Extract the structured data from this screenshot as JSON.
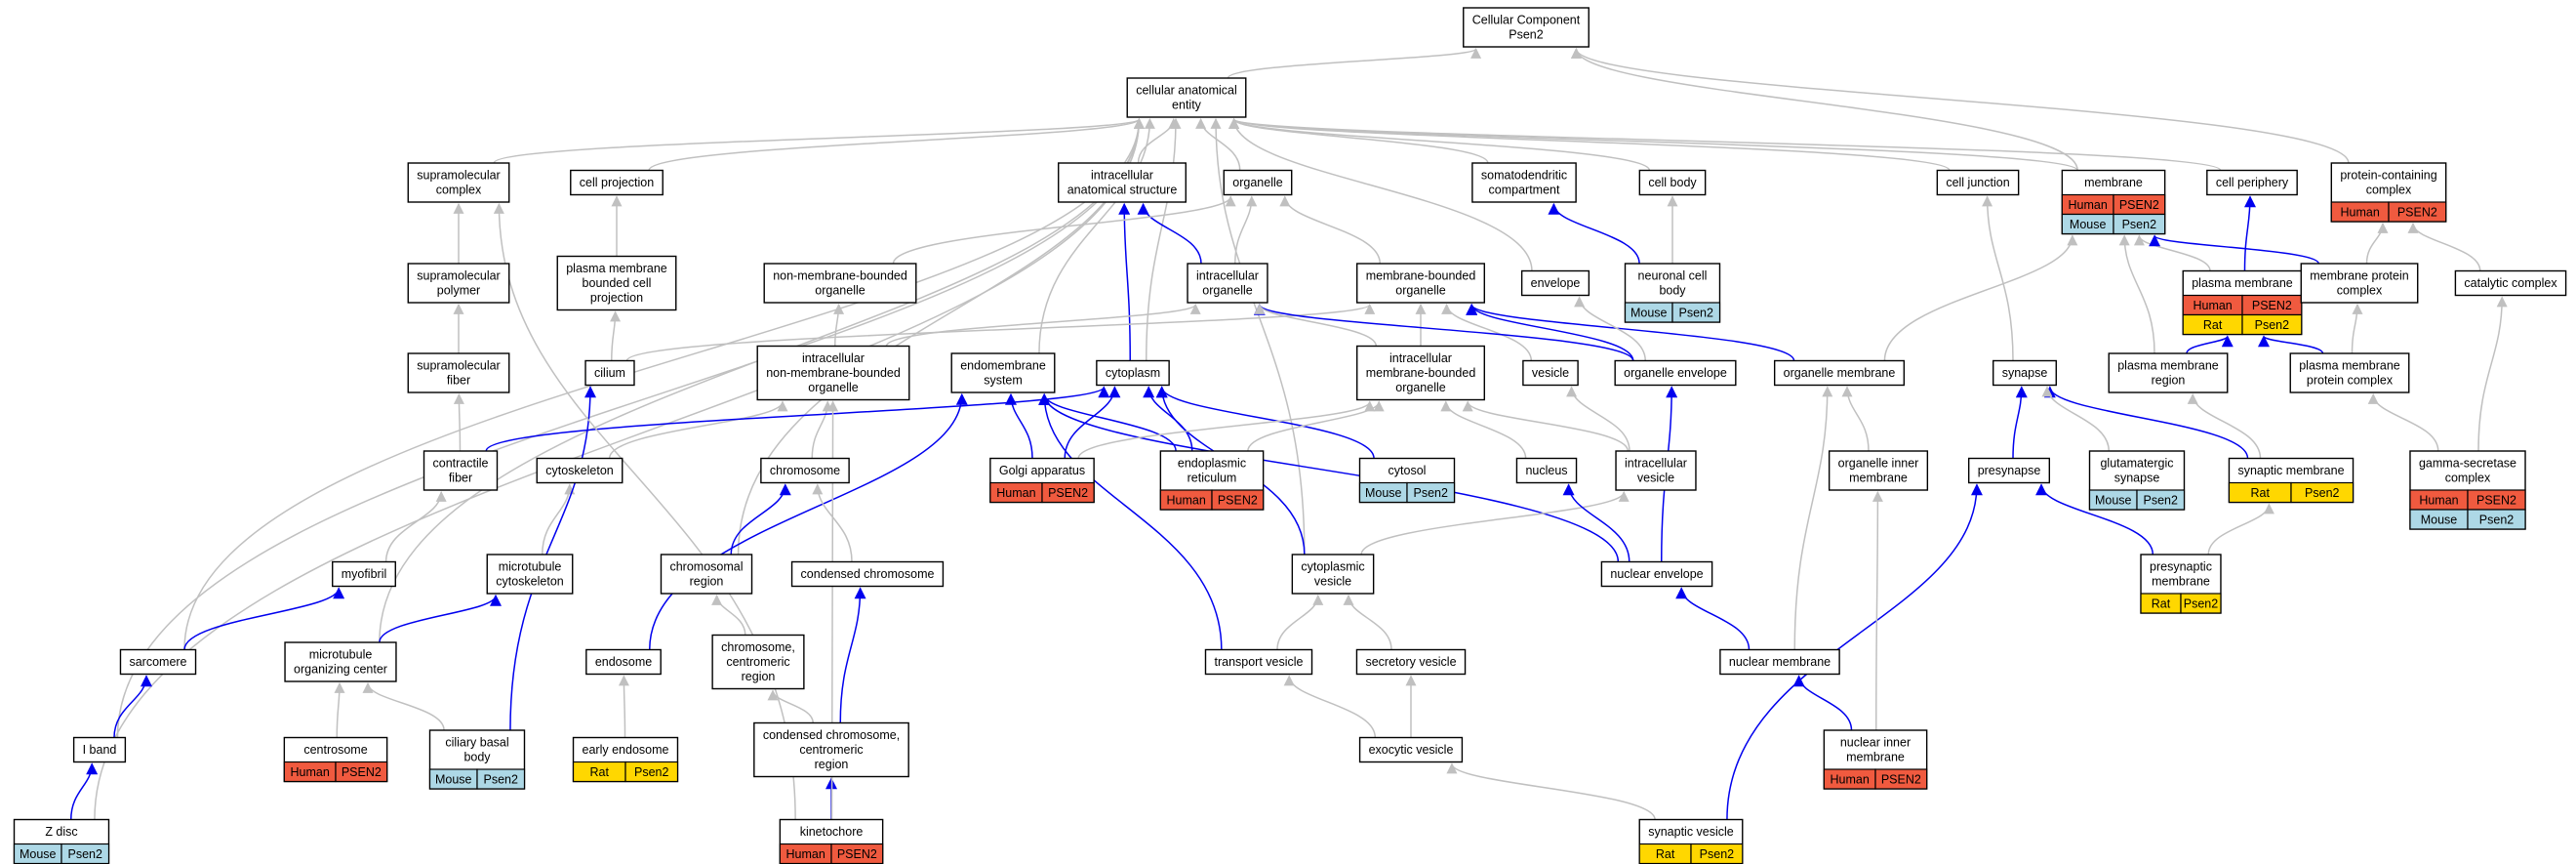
{
  "title": "Cellular Component Psen2",
  "colors": {
    "is_a_edge": "#c0c0c0",
    "part_of_edge": "#0000ee",
    "Human": "#f05a3f",
    "Mouse": "#add8e6",
    "Rat": "#ffd700"
  },
  "nodes": [
    {
      "id": "root",
      "label": [
        "Cellular Component",
        "Psen2"
      ]
    },
    {
      "id": "cae",
      "label": [
        "cellular anatomical",
        "entity"
      ]
    },
    {
      "id": "supramol_complex",
      "label": [
        "supramolecular",
        "complex"
      ]
    },
    {
      "id": "cell_projection",
      "label": [
        "cell projection"
      ]
    },
    {
      "id": "intracell_struct",
      "label": [
        "intracellular",
        "anatomical structure"
      ]
    },
    {
      "id": "organelle",
      "label": [
        "organelle"
      ]
    },
    {
      "id": "somatodendritic",
      "label": [
        "somatodendritic",
        "compartment"
      ]
    },
    {
      "id": "cell_body",
      "label": [
        "cell body"
      ]
    },
    {
      "id": "cell_junction",
      "label": [
        "cell junction"
      ]
    },
    {
      "id": "membrane",
      "label": [
        "membrane"
      ],
      "tags": [
        [
          "Human",
          "PSEN2"
        ],
        [
          "Mouse",
          "Psen2"
        ]
      ]
    },
    {
      "id": "cell_periphery",
      "label": [
        "cell periphery"
      ]
    },
    {
      "id": "protein_containing",
      "label": [
        "protein-containing",
        "complex"
      ],
      "tags": [
        [
          "Human",
          "PSEN2"
        ]
      ]
    },
    {
      "id": "supramol_polymer",
      "label": [
        "supramolecular",
        "polymer"
      ]
    },
    {
      "id": "pm_bounded_projection",
      "label": [
        "plasma membrane",
        "bounded cell",
        "projection"
      ]
    },
    {
      "id": "non_mem_bounded",
      "label": [
        "non-membrane-bounded",
        "organelle"
      ]
    },
    {
      "id": "intracell_organelle",
      "label": [
        "intracellular",
        "organelle"
      ]
    },
    {
      "id": "mem_bounded",
      "label": [
        "membrane-bounded",
        "organelle"
      ]
    },
    {
      "id": "envelope",
      "label": [
        "envelope"
      ]
    },
    {
      "id": "neuronal_cell_body",
      "label": [
        "neuronal cell",
        "body"
      ],
      "tags": [
        [
          "Mouse",
          "Psen2"
        ]
      ]
    },
    {
      "id": "plasma_membrane",
      "label": [
        "plasma membrane"
      ],
      "tags": [
        [
          "Human",
          "PSEN2"
        ],
        [
          "Rat",
          "Psen2"
        ]
      ]
    },
    {
      "id": "membrane_protein_complex",
      "label": [
        "membrane protein",
        "complex"
      ]
    },
    {
      "id": "catalytic_complex",
      "label": [
        "catalytic complex"
      ]
    },
    {
      "id": "supramol_fiber",
      "label": [
        "supramolecular",
        "fiber"
      ]
    },
    {
      "id": "cilium",
      "label": [
        "cilium"
      ]
    },
    {
      "id": "intracell_non_mem",
      "label": [
        "intracellular",
        "non-membrane-bounded",
        "organelle"
      ]
    },
    {
      "id": "endomembrane",
      "label": [
        "endomembrane",
        "system"
      ]
    },
    {
      "id": "cytoplasm",
      "label": [
        "cytoplasm"
      ]
    },
    {
      "id": "intracell_mem_bounded",
      "label": [
        "intracellular",
        "membrane-bounded",
        "organelle"
      ]
    },
    {
      "id": "vesicle",
      "label": [
        "vesicle"
      ]
    },
    {
      "id": "organelle_envelope",
      "label": [
        "organelle envelope"
      ]
    },
    {
      "id": "organelle_membrane",
      "label": [
        "organelle membrane"
      ]
    },
    {
      "id": "synapse",
      "label": [
        "synapse"
      ]
    },
    {
      "id": "pm_region",
      "label": [
        "plasma membrane",
        "region"
      ]
    },
    {
      "id": "pm_protein_complex",
      "label": [
        "plasma membrane",
        "protein complex"
      ]
    },
    {
      "id": "contractile_fiber",
      "label": [
        "contractile",
        "fiber"
      ]
    },
    {
      "id": "cytoskeleton",
      "label": [
        "cytoskeleton"
      ]
    },
    {
      "id": "chromosome",
      "label": [
        "chromosome"
      ]
    },
    {
      "id": "golgi",
      "label": [
        "Golgi apparatus"
      ],
      "tags": [
        [
          "Human",
          "PSEN2"
        ]
      ]
    },
    {
      "id": "er",
      "label": [
        "endoplasmic",
        "reticulum"
      ],
      "tags": [
        [
          "Human",
          "PSEN2"
        ]
      ]
    },
    {
      "id": "cytosol",
      "label": [
        "cytosol"
      ],
      "tags": [
        [
          "Mouse",
          "Psen2"
        ]
      ]
    },
    {
      "id": "nucleus",
      "label": [
        "nucleus"
      ]
    },
    {
      "id": "intracell_vesicle",
      "label": [
        "intracellular",
        "vesicle"
      ]
    },
    {
      "id": "organelle_inner_membrane",
      "label": [
        "organelle inner",
        "membrane"
      ]
    },
    {
      "id": "presynapse",
      "label": [
        "presynapse"
      ]
    },
    {
      "id": "glutamatergic",
      "label": [
        "glutamatergic",
        "synapse"
      ],
      "tags": [
        [
          "Mouse",
          "Psen2"
        ]
      ]
    },
    {
      "id": "synaptic_membrane",
      "label": [
        "synaptic membrane"
      ],
      "tags": [
        [
          "Rat",
          "Psen2"
        ]
      ]
    },
    {
      "id": "gamma_secretase",
      "label": [
        "gamma-secretase",
        "complex"
      ],
      "tags": [
        [
          "Human",
          "PSEN2"
        ],
        [
          "Mouse",
          "Psen2"
        ]
      ]
    },
    {
      "id": "myofibril",
      "label": [
        "myofibril"
      ]
    },
    {
      "id": "mt_cytoskeleton",
      "label": [
        "microtubule",
        "cytoskeleton"
      ]
    },
    {
      "id": "chromosomal_region",
      "label": [
        "chromosomal",
        "region"
      ]
    },
    {
      "id": "condensed_chromosome",
      "label": [
        "condensed chromosome"
      ]
    },
    {
      "id": "cytoplasmic_vesicle",
      "label": [
        "cytoplasmic",
        "vesicle"
      ]
    },
    {
      "id": "nuclear_envelope",
      "label": [
        "nuclear envelope"
      ]
    },
    {
      "id": "presynaptic_membrane",
      "label": [
        "presynaptic",
        "membrane"
      ],
      "tags": [
        [
          "Rat",
          "Psen2"
        ]
      ]
    },
    {
      "id": "sarcomere",
      "label": [
        "sarcomere"
      ]
    },
    {
      "id": "mtoc",
      "label": [
        "microtubule",
        "organizing center"
      ]
    },
    {
      "id": "endosome",
      "label": [
        "endosome"
      ]
    },
    {
      "id": "centromeric_region",
      "label": [
        "chromosome,",
        "centromeric",
        "region"
      ]
    },
    {
      "id": "transport_vesicle",
      "label": [
        "transport vesicle"
      ]
    },
    {
      "id": "secretory_vesicle",
      "label": [
        "secretory vesicle"
      ]
    },
    {
      "id": "nuclear_membrane",
      "label": [
        "nuclear membrane"
      ]
    },
    {
      "id": "i_band",
      "label": [
        "I band"
      ]
    },
    {
      "id": "centrosome",
      "label": [
        "centrosome"
      ],
      "tags": [
        [
          "Human",
          "PSEN2"
        ]
      ]
    },
    {
      "id": "ciliary_basal_body",
      "label": [
        "ciliary basal",
        "body"
      ],
      "tags": [
        [
          "Mouse",
          "Psen2"
        ]
      ]
    },
    {
      "id": "early_endosome",
      "label": [
        "early endosome"
      ],
      "tags": [
        [
          "Rat",
          "Psen2"
        ]
      ]
    },
    {
      "id": "condensed_centromeric",
      "label": [
        "condensed chromosome,",
        "centromeric",
        "region"
      ]
    },
    {
      "id": "exocytic_vesicle",
      "label": [
        "exocytic vesicle"
      ]
    },
    {
      "id": "nuclear_inner_membrane",
      "label": [
        "nuclear inner",
        "membrane"
      ],
      "tags": [
        [
          "Human",
          "PSEN2"
        ]
      ]
    },
    {
      "id": "z_disc",
      "label": [
        "Z disc"
      ],
      "tags": [
        [
          "Mouse",
          "Psen2"
        ]
      ]
    },
    {
      "id": "kinetochore",
      "label": [
        "kinetochore"
      ],
      "tags": [
        [
          "Human",
          "PSEN2"
        ]
      ]
    },
    {
      "id": "synaptic_vesicle",
      "label": [
        "synaptic vesicle"
      ],
      "tags": [
        [
          "Rat",
          "Psen2"
        ]
      ]
    }
  ],
  "edges": [
    {
      "from": "cae",
      "to": "root",
      "rel": "is_a"
    },
    {
      "from": "membrane",
      "to": "root",
      "rel": "is_a"
    },
    {
      "from": "protein_containing",
      "to": "root",
      "rel": "is_a"
    },
    {
      "from": "supramol_complex",
      "to": "cae",
      "rel": "is_a"
    },
    {
      "from": "cell_projection",
      "to": "cae",
      "rel": "is_a"
    },
    {
      "from": "intracell_struct",
      "to": "cae",
      "rel": "is_a"
    },
    {
      "from": "organelle",
      "to": "cae",
      "rel": "is_a"
    },
    {
      "from": "somatodendritic",
      "to": "cae",
      "rel": "is_a"
    },
    {
      "from": "cell_body",
      "to": "cae",
      "rel": "is_a"
    },
    {
      "from": "cell_junction",
      "to": "cae",
      "rel": "is_a"
    },
    {
      "from": "membrane",
      "to": "cae",
      "rel": "is_a"
    },
    {
      "from": "cell_periphery",
      "to": "cae",
      "rel": "is_a"
    },
    {
      "from": "endomembrane",
      "to": "cae",
      "rel": "is_a"
    },
    {
      "from": "cytoplasm",
      "to": "cae",
      "rel": "is_a"
    },
    {
      "from": "envelope",
      "to": "cae",
      "rel": "is_a"
    },
    {
      "from": "z_disc",
      "to": "cae",
      "rel": "is_a"
    },
    {
      "from": "i_band",
      "to": "cae",
      "rel": "is_a"
    },
    {
      "from": "sarcomere",
      "to": "cae",
      "rel": "is_a"
    },
    {
      "from": "mtoc",
      "to": "cae",
      "rel": "is_a"
    },
    {
      "from": "chromosomal_region",
      "to": "cae",
      "rel": "is_a"
    },
    {
      "from": "cytoplasmic_vesicle",
      "to": "cae",
      "rel": "is_a"
    },
    {
      "from": "supramol_polymer",
      "to": "supramol_complex",
      "rel": "is_a"
    },
    {
      "from": "supramol_fiber",
      "to": "supramol_polymer",
      "rel": "is_a"
    },
    {
      "from": "contractile_fiber",
      "to": "supramol_fiber",
      "rel": "is_a"
    },
    {
      "from": "pm_bounded_projection",
      "to": "cell_projection",
      "rel": "is_a"
    },
    {
      "from": "cilium",
      "to": "pm_bounded_projection",
      "rel": "is_a"
    },
    {
      "from": "intracell_organelle",
      "to": "intracell_struct",
      "rel": "part_of"
    },
    {
      "from": "cytoplasm",
      "to": "intracell_struct",
      "rel": "part_of"
    },
    {
      "from": "non_mem_bounded",
      "to": "organelle",
      "rel": "is_a"
    },
    {
      "from": "intracell_organelle",
      "to": "organelle",
      "rel": "is_a"
    },
    {
      "from": "mem_bounded",
      "to": "organelle",
      "rel": "is_a"
    },
    {
      "from": "neuronal_cell_body",
      "to": "somatodendritic",
      "rel": "part_of"
    },
    {
      "from": "neuronal_cell_body",
      "to": "cell_body",
      "rel": "is_a"
    },
    {
      "from": "synapse",
      "to": "cell_junction",
      "rel": "is_a"
    },
    {
      "from": "organelle_membrane",
      "to": "membrane",
      "rel": "is_a"
    },
    {
      "from": "plasma_membrane",
      "to": "membrane",
      "rel": "is_a"
    },
    {
      "from": "pm_region",
      "to": "membrane",
      "rel": "is_a"
    },
    {
      "from": "membrane_protein_complex",
      "to": "membrane",
      "rel": "part_of"
    },
    {
      "from": "plasma_membrane",
      "to": "cell_periphery",
      "rel": "part_of"
    },
    {
      "from": "membrane_protein_complex",
      "to": "protein_containing",
      "rel": "is_a"
    },
    {
      "from": "catalytic_complex",
      "to": "protein_containing",
      "rel": "is_a"
    },
    {
      "from": "pm_region",
      "to": "plasma_membrane",
      "rel": "part_of"
    },
    {
      "from": "pm_protein_complex",
      "to": "plasma_membrane",
      "rel": "part_of"
    },
    {
      "from": "pm_protein_complex",
      "to": "membrane_protein_complex",
      "rel": "is_a"
    },
    {
      "from": "gamma_secretase",
      "to": "pm_protein_complex",
      "rel": "is_a"
    },
    {
      "from": "gamma_secretase",
      "to": "catalytic_complex",
      "rel": "is_a"
    },
    {
      "from": "intracell_non_mem",
      "to": "non_mem_bounded",
      "rel": "is_a"
    },
    {
      "from": "intracell_non_mem",
      "to": "intracell_organelle",
      "rel": "is_a"
    },
    {
      "from": "cilium",
      "to": "mem_bounded",
      "rel": "is_a"
    },
    {
      "from": "intracell_mem_bounded",
      "to": "mem_bounded",
      "rel": "is_a"
    },
    {
      "from": "vesicle",
      "to": "mem_bounded",
      "rel": "is_a"
    },
    {
      "from": "organelle_envelope",
      "to": "mem_bounded",
      "rel": "part_of"
    },
    {
      "from": "organelle_membrane",
      "to": "mem_bounded",
      "rel": "part_of"
    },
    {
      "from": "organelle_envelope",
      "to": "intracell_organelle",
      "rel": "part_of"
    },
    {
      "from": "intracell_mem_bounded",
      "to": "intracell_organelle",
      "rel": "is_a"
    },
    {
      "from": "organelle_envelope",
      "to": "envelope",
      "rel": "is_a"
    },
    {
      "from": "presynapse",
      "to": "synapse",
      "rel": "part_of"
    },
    {
      "from": "synaptic_membrane",
      "to": "synapse",
      "rel": "part_of"
    },
    {
      "from": "glutamatergic",
      "to": "synapse",
      "rel": "is_a"
    },
    {
      "from": "synaptic_membrane",
      "to": "pm_region",
      "rel": "is_a"
    },
    {
      "from": "cytoskeleton",
      "to": "intracell_non_mem",
      "rel": "is_a"
    },
    {
      "from": "chromosome",
      "to": "intracell_non_mem",
      "rel": "is_a"
    },
    {
      "from": "contractile_fiber",
      "to": "cytoplasm",
      "rel": "part_of"
    },
    {
      "from": "golgi",
      "to": "endomembrane",
      "rel": "part_of"
    },
    {
      "from": "er",
      "to": "endomembrane",
      "rel": "part_of"
    },
    {
      "from": "endosome",
      "to": "endomembrane",
      "rel": "part_of"
    },
    {
      "from": "transport_vesicle",
      "to": "endomembrane",
      "rel": "part_of"
    },
    {
      "from": "nuclear_envelope",
      "to": "endomembrane",
      "rel": "part_of"
    },
    {
      "from": "golgi",
      "to": "cytoplasm",
      "rel": "part_of"
    },
    {
      "from": "er",
      "to": "cytoplasm",
      "rel": "part_of"
    },
    {
      "from": "cytosol",
      "to": "cytoplasm",
      "rel": "part_of"
    },
    {
      "from": "cytoplasmic_vesicle",
      "to": "cytoplasm",
      "rel": "part_of"
    },
    {
      "from": "golgi",
      "to": "intracell_mem_bounded",
      "rel": "is_a"
    },
    {
      "from": "er",
      "to": "intracell_mem_bounded",
      "rel": "is_a"
    },
    {
      "from": "nucleus",
      "to": "intracell_mem_bounded",
      "rel": "is_a"
    },
    {
      "from": "intracell_vesicle",
      "to": "intracell_mem_bounded",
      "rel": "is_a"
    },
    {
      "from": "intracell_vesicle",
      "to": "vesicle",
      "rel": "is_a"
    },
    {
      "from": "nuclear_envelope",
      "to": "organelle_envelope",
      "rel": "part_of"
    },
    {
      "from": "nuclear_membrane",
      "to": "organelle_membrane",
      "rel": "is_a"
    },
    {
      "from": "organelle_inner_membrane",
      "to": "organelle_membrane",
      "rel": "is_a"
    },
    {
      "from": "presynaptic_membrane",
      "to": "presynapse",
      "rel": "part_of"
    },
    {
      "from": "synaptic_vesicle",
      "to": "presynapse",
      "rel": "part_of"
    },
    {
      "from": "presynaptic_membrane",
      "to": "synaptic_membrane",
      "rel": "is_a"
    },
    {
      "from": "myofibril",
      "to": "contractile_fiber",
      "rel": "is_a"
    },
    {
      "from": "mt_cytoskeleton",
      "to": "cytoskeleton",
      "rel": "is_a"
    },
    {
      "from": "chromosomal_region",
      "to": "chromosome",
      "rel": "part_of"
    },
    {
      "from": "condensed_chromosome",
      "to": "chromosome",
      "rel": "is_a"
    },
    {
      "from": "cytoplasmic_vesicle",
      "to": "intracell_vesicle",
      "rel": "is_a"
    },
    {
      "from": "nuclear_envelope",
      "to": "nucleus",
      "rel": "part_of"
    },
    {
      "from": "nuclear_inner_membrane",
      "to": "organelle_inner_membrane",
      "rel": "is_a"
    },
    {
      "from": "sarcomere",
      "to": "myofibril",
      "rel": "part_of"
    },
    {
      "from": "mtoc",
      "to": "mt_cytoskeleton",
      "rel": "part_of"
    },
    {
      "from": "centromeric_region",
      "to": "chromosomal_region",
      "rel": "is_a"
    },
    {
      "from": "condensed_centromeric",
      "to": "condensed_chromosome",
      "rel": "part_of"
    },
    {
      "from": "condensed_centromeric",
      "to": "centromeric_region",
      "rel": "is_a"
    },
    {
      "from": "transport_vesicle",
      "to": "cytoplasmic_vesicle",
      "rel": "is_a"
    },
    {
      "from": "secretory_vesicle",
      "to": "cytoplasmic_vesicle",
      "rel": "is_a"
    },
    {
      "from": "nuclear_membrane",
      "to": "nuclear_envelope",
      "rel": "part_of"
    },
    {
      "from": "i_band",
      "to": "sarcomere",
      "rel": "part_of"
    },
    {
      "from": "centrosome",
      "to": "mtoc",
      "rel": "is_a"
    },
    {
      "from": "ciliary_basal_body",
      "to": "mtoc",
      "rel": "is_a"
    },
    {
      "from": "ciliary_basal_body",
      "to": "cilium",
      "rel": "part_of"
    },
    {
      "from": "early_endosome",
      "to": "endosome",
      "rel": "is_a"
    },
    {
      "from": "kinetochore",
      "to": "condensed_centromeric",
      "rel": "part_of"
    },
    {
      "from": "kinetochore",
      "to": "supramol_complex",
      "rel": "is_a"
    },
    {
      "from": "kinetochore",
      "to": "intracell_non_mem",
      "rel": "is_a"
    },
    {
      "from": "exocytic_vesicle",
      "to": "transport_vesicle",
      "rel": "is_a"
    },
    {
      "from": "exocytic_vesicle",
      "to": "secretory_vesicle",
      "rel": "is_a"
    },
    {
      "from": "nuclear_inner_membrane",
      "to": "nuclear_membrane",
      "rel": "part_of"
    },
    {
      "from": "z_disc",
      "to": "i_band",
      "rel": "part_of"
    },
    {
      "from": "synaptic_vesicle",
      "to": "exocytic_vesicle",
      "rel": "is_a"
    }
  ]
}
